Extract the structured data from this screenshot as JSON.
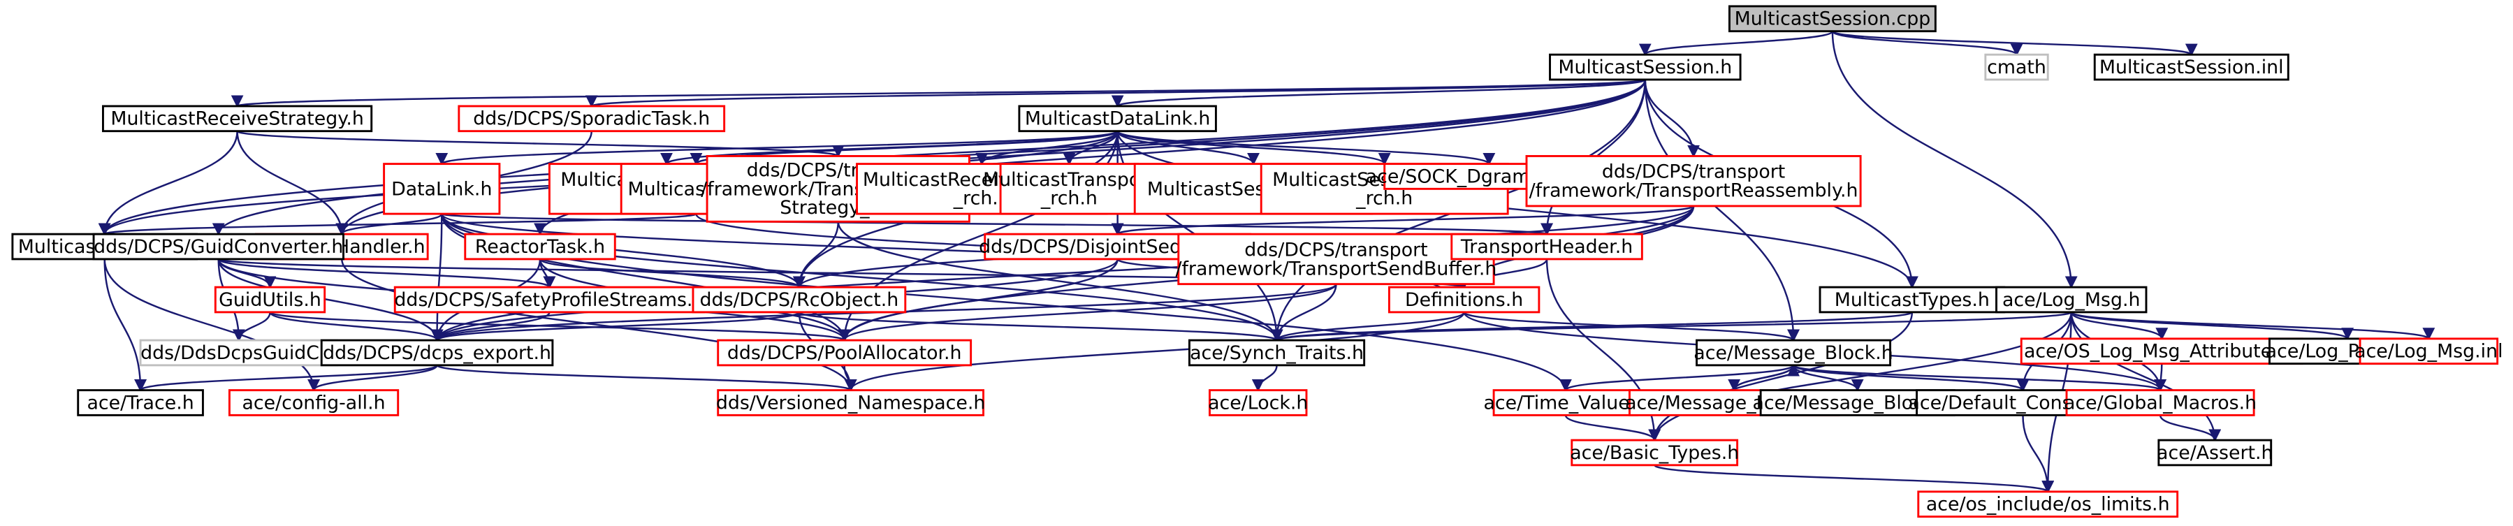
{
  "diagram": {
    "nodes": [
      {
        "id": "root",
        "lines": [
          "MulticastSession.cpp"
        ],
        "style": "root"
      },
      {
        "id": "ms_h",
        "lines": [
          "MulticastSession.h"
        ],
        "style": "black"
      },
      {
        "id": "cmath",
        "lines": [
          "cmath"
        ],
        "style": "gray"
      },
      {
        "id": "ms_inl",
        "lines": [
          "MulticastSession.inl"
        ],
        "style": "black"
      },
      {
        "id": "mrs_h",
        "lines": [
          "MulticastReceiveStrategy.h"
        ],
        "style": "black"
      },
      {
        "id": "sporadic",
        "lines": [
          "dds/DCPS/SporadicTask.h"
        ],
        "style": "red"
      },
      {
        "id": "mdl_h",
        "lines": [
          "MulticastDataLink.h"
        ],
        "style": "black"
      },
      {
        "id": "datalink",
        "lines": [
          "DataLink.h"
        ],
        "style": "red"
      },
      {
        "id": "msendstrat",
        "lines": [
          "MulticastSendStrategy",
          "_rch.h"
        ],
        "style": "red"
      },
      {
        "id": "minst",
        "lines": [
          "MulticastInst.h"
        ],
        "style": "red"
      },
      {
        "id": "trs_t",
        "lines": [
          "dds/DCPS/transport",
          "/framework/TransportReceive",
          "Strategy_T.h"
        ],
        "style": "red"
      },
      {
        "id": "mrs_rch",
        "lines": [
          "MulticastReceiveStrategy",
          "_rch.h"
        ],
        "style": "red"
      },
      {
        "id": "mtrans_rch",
        "lines": [
          "MulticastTransport",
          "_rch.h"
        ],
        "style": "red"
      },
      {
        "id": "msess_rch",
        "lines": [
          "MulticastSession_rch.h"
        ],
        "style": "red"
      },
      {
        "id": "msf_rch",
        "lines": [
          "MulticastSessionFactory",
          "_rch.h"
        ],
        "style": "red"
      },
      {
        "id": "sock",
        "lines": [
          "ace/SOCK_Dgram_Mcast.h"
        ],
        "style": "red"
      },
      {
        "id": "tra",
        "lines": [
          "dds/DCPS/transport",
          "/framework/TransportReassembly.h"
        ],
        "style": "red"
      },
      {
        "id": "mexport",
        "lines": [
          "Multicast_Export.h"
        ],
        "style": "black"
      },
      {
        "id": "rceh",
        "lines": [
          "RcEventHandler.h"
        ],
        "style": "red"
      },
      {
        "id": "guidconv",
        "lines": [
          "dds/DCPS/GuidConverter.h"
        ],
        "style": "black"
      },
      {
        "id": "reactor",
        "lines": [
          "ReactorTask.h"
        ],
        "style": "red"
      },
      {
        "id": "disjoint",
        "lines": [
          "dds/DCPS/DisjointSequence.h"
        ],
        "style": "red"
      },
      {
        "id": "tsb",
        "lines": [
          "dds/DCPS/transport",
          "/framework/TransportSendBuffer.h"
        ],
        "style": "red"
      },
      {
        "id": "theader",
        "lines": [
          "TransportHeader.h"
        ],
        "style": "red"
      },
      {
        "id": "mtypes",
        "lines": [
          "MulticastTypes.h"
        ],
        "style": "black"
      },
      {
        "id": "logmsg",
        "lines": [
          "ace/Log_Msg.h"
        ],
        "style": "black"
      },
      {
        "id": "guidutils",
        "lines": [
          "GuidUtils.h"
        ],
        "style": "red"
      },
      {
        "id": "safety",
        "lines": [
          "dds/DCPS/SafetyProfileStreams.h"
        ],
        "style": "red"
      },
      {
        "id": "rcobject",
        "lines": [
          "dds/DCPS/RcObject.h"
        ],
        "style": "red"
      },
      {
        "id": "defs",
        "lines": [
          "Definitions.h"
        ],
        "style": "red"
      },
      {
        "id": "guidc",
        "lines": [
          "dds/DdsDcpsGuidC.h"
        ],
        "style": "gray"
      },
      {
        "id": "dcpsexp",
        "lines": [
          "dds/DCPS/dcps_export.h"
        ],
        "style": "black"
      },
      {
        "id": "poolalloc",
        "lines": [
          "dds/DCPS/PoolAllocator.h"
        ],
        "style": "red"
      },
      {
        "id": "synch",
        "lines": [
          "ace/Synch_Traits.h"
        ],
        "style": "black"
      },
      {
        "id": "msgblock",
        "lines": [
          "ace/Message_Block.h"
        ],
        "style": "black"
      },
      {
        "id": "oslmattr",
        "lines": [
          "ace/OS_Log_Msg_Attributes.h"
        ],
        "style": "red"
      },
      {
        "id": "logprio",
        "lines": [
          "ace/Log_Priority.h"
        ],
        "style": "black"
      },
      {
        "id": "logmsginl",
        "lines": [
          "ace/Log_Msg.inl"
        ],
        "style": "red"
      },
      {
        "id": "trace",
        "lines": [
          "ace/Trace.h"
        ],
        "style": "black"
      },
      {
        "id": "configall",
        "lines": [
          "ace/config-all.h"
        ],
        "style": "red"
      },
      {
        "id": "vns",
        "lines": [
          "dds/Versioned_Namespace.h"
        ],
        "style": "red"
      },
      {
        "id": "lock",
        "lines": [
          "ace/Lock.h"
        ],
        "style": "red"
      },
      {
        "id": "timevalue",
        "lines": [
          "ace/Time_Value.h"
        ],
        "style": "red"
      },
      {
        "id": "mbt",
        "lines": [
          "ace/Message_Block_T.h"
        ],
        "style": "red"
      },
      {
        "id": "mbinl",
        "lines": [
          "ace/Message_Block.inl"
        ],
        "style": "black"
      },
      {
        "id": "defconst",
        "lines": [
          "ace/Default_Constants.h"
        ],
        "style": "black"
      },
      {
        "id": "globmac",
        "lines": [
          "ace/Global_Macros.h"
        ],
        "style": "red"
      },
      {
        "id": "assert",
        "lines": [
          "ace/Assert.h"
        ],
        "style": "black"
      },
      {
        "id": "basictypes",
        "lines": [
          "ace/Basic_Types.h"
        ],
        "style": "red"
      },
      {
        "id": "oslimits",
        "lines": [
          "ace/os_include/os_limits.h"
        ],
        "style": "red"
      }
    ],
    "edges": [
      [
        "root",
        "ms_h"
      ],
      [
        "root",
        "cmath"
      ],
      [
        "root",
        "ms_inl"
      ],
      [
        "root",
        "logmsg"
      ],
      [
        "ms_h",
        "mrs_h"
      ],
      [
        "ms_h",
        "sporadic"
      ],
      [
        "ms_h",
        "mdl_h"
      ],
      [
        "ms_h",
        "tra"
      ],
      [
        "ms_h",
        "mexport"
      ],
      [
        "ms_h",
        "rceh"
      ],
      [
        "ms_h",
        "guidconv"
      ],
      [
        "ms_h",
        "mtypes"
      ],
      [
        "ms_h",
        "theader"
      ],
      [
        "ms_h",
        "msgblock"
      ],
      [
        "ms_h",
        "synch"
      ],
      [
        "ms_h",
        "reactor"
      ],
      [
        "mrs_h",
        "trs_t"
      ],
      [
        "mrs_h",
        "mexport"
      ],
      [
        "mrs_h",
        "rceh"
      ],
      [
        "sporadic",
        "rceh"
      ],
      [
        "mdl_h",
        "datalink"
      ],
      [
        "mdl_h",
        "msendstrat"
      ],
      [
        "mdl_h",
        "minst"
      ],
      [
        "mdl_h",
        "mrs_rch"
      ],
      [
        "mdl_h",
        "mtrans_rch"
      ],
      [
        "mdl_h",
        "msess_rch"
      ],
      [
        "mdl_h",
        "msf_rch"
      ],
      [
        "mdl_h",
        "sock"
      ],
      [
        "mdl_h",
        "mexport"
      ],
      [
        "mdl_h",
        "disjoint"
      ],
      [
        "mdl_h",
        "rcobject"
      ],
      [
        "mdl_h",
        "poolalloc"
      ],
      [
        "mdl_h",
        "mtypes"
      ],
      [
        "mdl_h",
        "synch"
      ],
      [
        "datalink",
        "rceh"
      ],
      [
        "datalink",
        "dcpsexp"
      ],
      [
        "datalink",
        "rcobject"
      ],
      [
        "datalink",
        "defs"
      ],
      [
        "datalink",
        "theader"
      ],
      [
        "datalink",
        "poolalloc"
      ],
      [
        "datalink",
        "timevalue"
      ],
      [
        "datalink",
        "synch"
      ],
      [
        "minst",
        "mexport"
      ],
      [
        "minst",
        "defs"
      ],
      [
        "trs_t",
        "synch"
      ],
      [
        "trs_t",
        "rcobject"
      ],
      [
        "tra",
        "disjoint"
      ],
      [
        "tra",
        "defs"
      ],
      [
        "tra",
        "dcpsexp"
      ],
      [
        "tra",
        "poolalloc"
      ],
      [
        "tra",
        "rcobject"
      ],
      [
        "rceh",
        "vns"
      ],
      [
        "guidconv",
        "guidutils"
      ],
      [
        "guidconv",
        "safety"
      ],
      [
        "guidconv",
        "dcpsexp"
      ],
      [
        "guidconv",
        "guidc"
      ],
      [
        "guidconv",
        "poolalloc"
      ],
      [
        "guidconv",
        "defs"
      ],
      [
        "reactor",
        "rcobject"
      ],
      [
        "reactor",
        "safety"
      ],
      [
        "reactor",
        "dcpsexp"
      ],
      [
        "reactor",
        "poolalloc"
      ],
      [
        "disjoint",
        "defs"
      ],
      [
        "disjoint",
        "dcpsexp"
      ],
      [
        "disjoint",
        "poolalloc"
      ],
      [
        "tsb",
        "defs"
      ],
      [
        "tsb",
        "dcpsexp"
      ],
      [
        "tsb",
        "poolalloc"
      ],
      [
        "tsb",
        "synch"
      ],
      [
        "theader",
        "defs"
      ],
      [
        "theader",
        "basictypes"
      ],
      [
        "mtypes",
        "basictypes"
      ],
      [
        "mtypes",
        "synch"
      ],
      [
        "mexport",
        "trace"
      ],
      [
        "mexport",
        "configall"
      ],
      [
        "guidutils",
        "dcpsexp"
      ],
      [
        "guidutils",
        "guidc"
      ],
      [
        "guidutils",
        "poolalloc"
      ],
      [
        "safety",
        "dcpsexp"
      ],
      [
        "rcobject",
        "dcpsexp"
      ],
      [
        "rcobject",
        "synch"
      ],
      [
        "rcobject",
        "vns"
      ],
      [
        "defs",
        "msgblock"
      ],
      [
        "defs",
        "synch"
      ],
      [
        "defs",
        "vns"
      ],
      [
        "defs",
        "globmac"
      ],
      [
        "dcpsexp",
        "trace"
      ],
      [
        "dcpsexp",
        "configall"
      ],
      [
        "dcpsexp",
        "vns"
      ],
      [
        "poolalloc",
        "vns"
      ],
      [
        "synch",
        "lock"
      ],
      [
        "msgblock",
        "timevalue"
      ],
      [
        "msgblock",
        "mbt"
      ],
      [
        "msgblock",
        "mbinl"
      ],
      [
        "msgblock",
        "defconst"
      ],
      [
        "msgblock",
        "globmac"
      ],
      [
        "mbt",
        "msgblock"
      ],
      [
        "timevalue",
        "basictypes"
      ],
      [
        "logmsg",
        "synch"
      ],
      [
        "logmsg",
        "oslmattr"
      ],
      [
        "logmsg",
        "logprio"
      ],
      [
        "logmsg",
        "logmsginl"
      ],
      [
        "logmsg",
        "defconst"
      ],
      [
        "logmsg",
        "globmac"
      ],
      [
        "logmsg",
        "assert"
      ],
      [
        "logmsg",
        "basictypes"
      ],
      [
        "logmsg",
        "oslimits"
      ],
      [
        "oslmattr",
        "globmac"
      ],
      [
        "defconst",
        "oslimits"
      ],
      [
        "globmac",
        "assert"
      ],
      [
        "basictypes",
        "oslimits"
      ]
    ],
    "colors": {
      "edge": "#191970",
      "black_border": "#000000",
      "red_border": "#ff0000",
      "gray_border": "#bfbfbf",
      "root_fill": "#bfbfbf",
      "gray_text": "#808080"
    }
  }
}
